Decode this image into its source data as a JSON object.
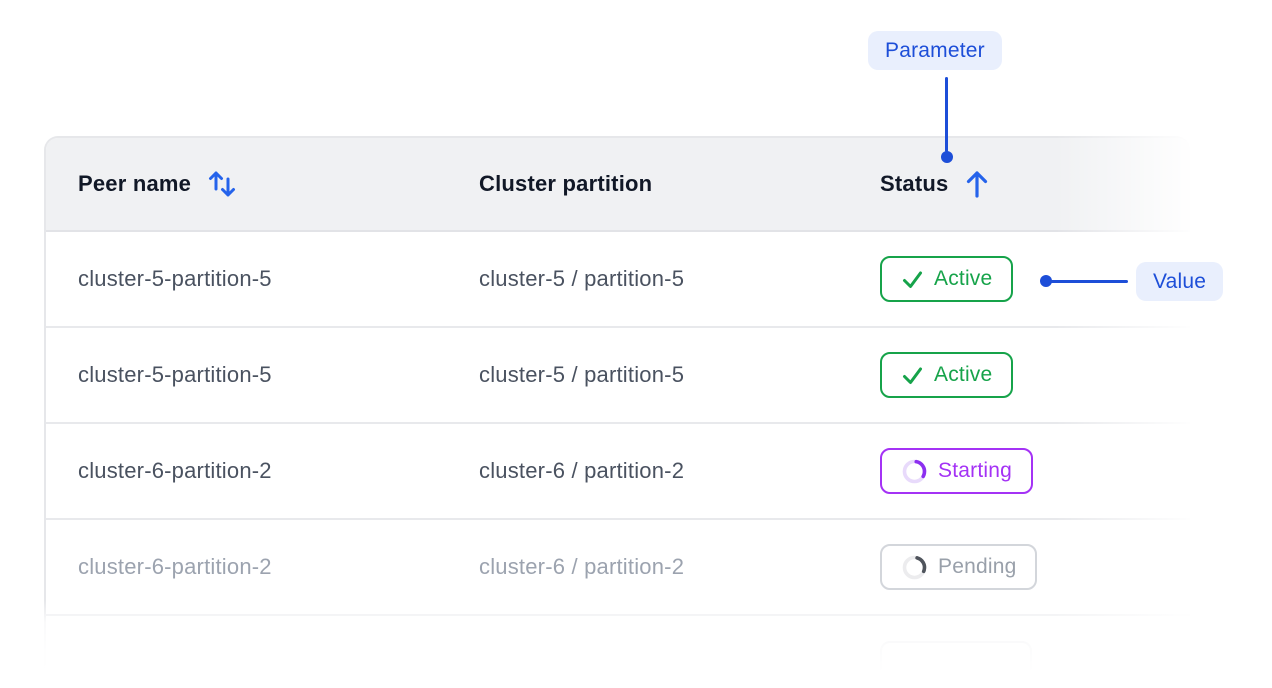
{
  "callouts": {
    "parameter_label": "Parameter",
    "value_label": "Value"
  },
  "table": {
    "columns": [
      {
        "label": "Peer name",
        "sort": "sortable-both"
      },
      {
        "label": "Cluster partition",
        "sort": "none"
      },
      {
        "label": "Status",
        "sort": "ascending"
      }
    ],
    "rows": [
      {
        "peer_name": "cluster-5-partition-5",
        "cluster_partition": "cluster-5 / partition-5",
        "status": {
          "label": "Active",
          "type": "active",
          "icon": "check-icon"
        },
        "muted": false
      },
      {
        "peer_name": "cluster-5-partition-5",
        "cluster_partition": "cluster-5 / partition-5",
        "status": {
          "label": "Active",
          "type": "active",
          "icon": "check-icon"
        },
        "muted": false
      },
      {
        "peer_name": "cluster-6-partition-2",
        "cluster_partition": "cluster-6 / partition-2",
        "status": {
          "label": "Starting",
          "type": "starting",
          "icon": "spinner-icon"
        },
        "muted": false
      },
      {
        "peer_name": "cluster-6-partition-2",
        "cluster_partition": "cluster-6 / partition-2",
        "status": {
          "label": "Pending",
          "type": "pending",
          "icon": "spinner-icon"
        },
        "muted": true
      }
    ],
    "partial_row": {
      "badge_visible": true,
      "peer_name": "",
      "cluster_partition": "",
      "status_label": ""
    }
  },
  "colors": {
    "accent_blue": "#1d4ed8",
    "icon_blue": "#2563eb",
    "callout_bg": "#e9effd",
    "active_green": "#16a34a",
    "starting_purple": "#a432f5",
    "starting_spinner_track": "#e8dafb",
    "starting_spinner_arc": "#8c2ff0",
    "pending_text": "#99a0aa",
    "pending_border": "#d3d6db",
    "pending_spinner_track": "#ececee",
    "pending_spinner_arc": "#4f545c",
    "header_bg": "#f0f1f3",
    "row_border": "#e8e9ec",
    "header_text": "#111827",
    "row_text": "#4a5260",
    "muted_text": "#9ca3af"
  }
}
